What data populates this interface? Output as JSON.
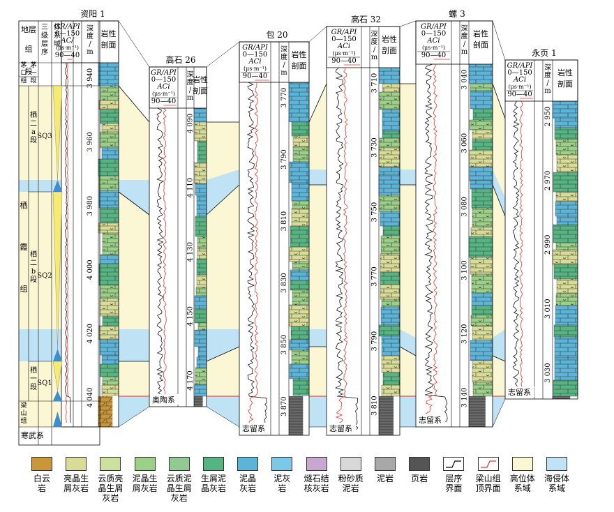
{
  "wells": [
    {
      "id": "w1",
      "name": "资阳 1",
      "gr_label": "GR/API",
      "gr_range": "0—150",
      "ac_label": "AC/",
      "ac_unit": "(μs·m⁻¹)",
      "ac_range": "90—40",
      "depth_label": "深度/m",
      "litho_label": "岩性剖面",
      "depths": [
        "3 940",
        "3 960",
        "3 980",
        "4 000",
        "4 020",
        "4 040"
      ]
    },
    {
      "id": "w2",
      "name": "高石 26",
      "gr_label": "GR/API",
      "gr_range": "0—150",
      "ac_label": "ACi",
      "ac_unit": "(μs·m⁻¹)",
      "ac_range": "90—40",
      "depth_label": "深度/m",
      "litho_label": "岩性剖面",
      "depths": [
        "4 090",
        "4 110",
        "4 130",
        "4 150",
        "4 170"
      ],
      "bottom_label": "奥陶系"
    },
    {
      "id": "w3",
      "name": "包 20",
      "gr_label": "GR/API",
      "gr_range": "0—150",
      "ac_label": "ACi",
      "ac_unit": "(μs·m⁻¹)",
      "ac_range": "90—40",
      "depth_label": "深度/m",
      "litho_label": "岩性剖面",
      "depths": [
        "3 770",
        "3 790",
        "3 810",
        "3 830",
        "3 850",
        "3 870"
      ],
      "bottom_label": "志留系"
    },
    {
      "id": "w4",
      "name": "高石 32",
      "gr_label": "GR/API",
      "gr_range": "0—150",
      "ac_label": "ACi",
      "ac_unit": "(μs·m⁻¹)",
      "ac_range": "90—40",
      "depth_label": "深度/m",
      "litho_label": "岩性剖面",
      "depths": [
        "3 710",
        "3 730",
        "3 750",
        "3 770",
        "3 790",
        "3 810"
      ],
      "bottom_label": "志留系"
    },
    {
      "id": "w5",
      "name": "螺 3",
      "gr_label": "GR/API",
      "gr_range": "0—150",
      "ac_label": "ACi",
      "ac_unit": "(μs·m⁻¹)",
      "ac_range": "90—40",
      "depth_label": "深度/m",
      "litho_label": "岩性剖面",
      "depths": [
        "3 040",
        "3 060",
        "3 080",
        "3 100",
        "3 120",
        "3 140"
      ],
      "bottom_label": "志留系"
    },
    {
      "id": "w6",
      "name": "永页 1",
      "gr_label": "GR/API",
      "gr_range": "0—150",
      "ac_label": "ACi",
      "ac_unit": "(μs·m⁻¹)",
      "ac_range": "90—40",
      "depth_label": "深度/m",
      "litho_label": "岩性剖面",
      "depths": [
        "2 950",
        "2 970",
        "2 990",
        "3 010",
        "3 030"
      ],
      "bottom_label": "志留系"
    }
  ],
  "strat_column": {
    "headers": {
      "stratum": "地层",
      "formation_short": "组",
      "member_short": "段",
      "third_order": "三级层序",
      "system_tract": "体系域"
    },
    "units": {
      "maokou": "茅口组",
      "maokou_member": "茅一段",
      "qixia_top": "栖",
      "qixia_mid": "霞",
      "qixia_bot": "组",
      "qi2a": "栖二a段",
      "qi2b": "栖二b段",
      "qi1": "栖一段",
      "liangshan": "梁山组",
      "cambrian": "寒武系"
    },
    "sequences": [
      "SQ3",
      "SQ2",
      "SQ1"
    ]
  },
  "legend": [
    {
      "key": "dolomite",
      "label": "白云岩",
      "color": "#c9963a"
    },
    {
      "key": "bright_bio",
      "label": "亮晶生屑灰岩",
      "color": "#d8dc96"
    },
    {
      "key": "dolo_bright_bio",
      "label": "云质亮晶生屑灰岩",
      "color": "#cde0a0"
    },
    {
      "key": "micrite_bio",
      "label": "泥晶生屑灰岩",
      "color": "#9ccf88"
    },
    {
      "key": "dolo_micrite_bio",
      "label": "云质泥晶生屑灰岩",
      "color": "#92c992"
    },
    {
      "key": "bio_micrite",
      "label": "生屑泥晶灰岩",
      "color": "#56b482"
    },
    {
      "key": "micrite",
      "label": "泥晶灰岩",
      "color": "#5cb4d8"
    },
    {
      "key": "argillaceous",
      "label": "泥灰岩",
      "color": "#7cc8e8"
    },
    {
      "key": "chert",
      "label": "燧石结核灰岩",
      "color": "#c8a8d0"
    },
    {
      "key": "silty_mud",
      "label": "粉砂质泥岩",
      "color": "#d8d8d8"
    },
    {
      "key": "mudstone",
      "label": "泥岩",
      "color": "#a8a8a8"
    },
    {
      "key": "shale",
      "label": "页岩",
      "color": "#555555"
    },
    {
      "key": "seq_boundary",
      "label": "层序界面",
      "color": "#000000"
    },
    {
      "key": "ls_top",
      "label": "梁山组顶界面",
      "color": "#e0302c"
    },
    {
      "key": "hst",
      "label": "高位体系域",
      "color": "#fbf7d5"
    },
    {
      "key": "tst",
      "label": "海侵体系域",
      "color": "#bfe3f5"
    }
  ]
}
